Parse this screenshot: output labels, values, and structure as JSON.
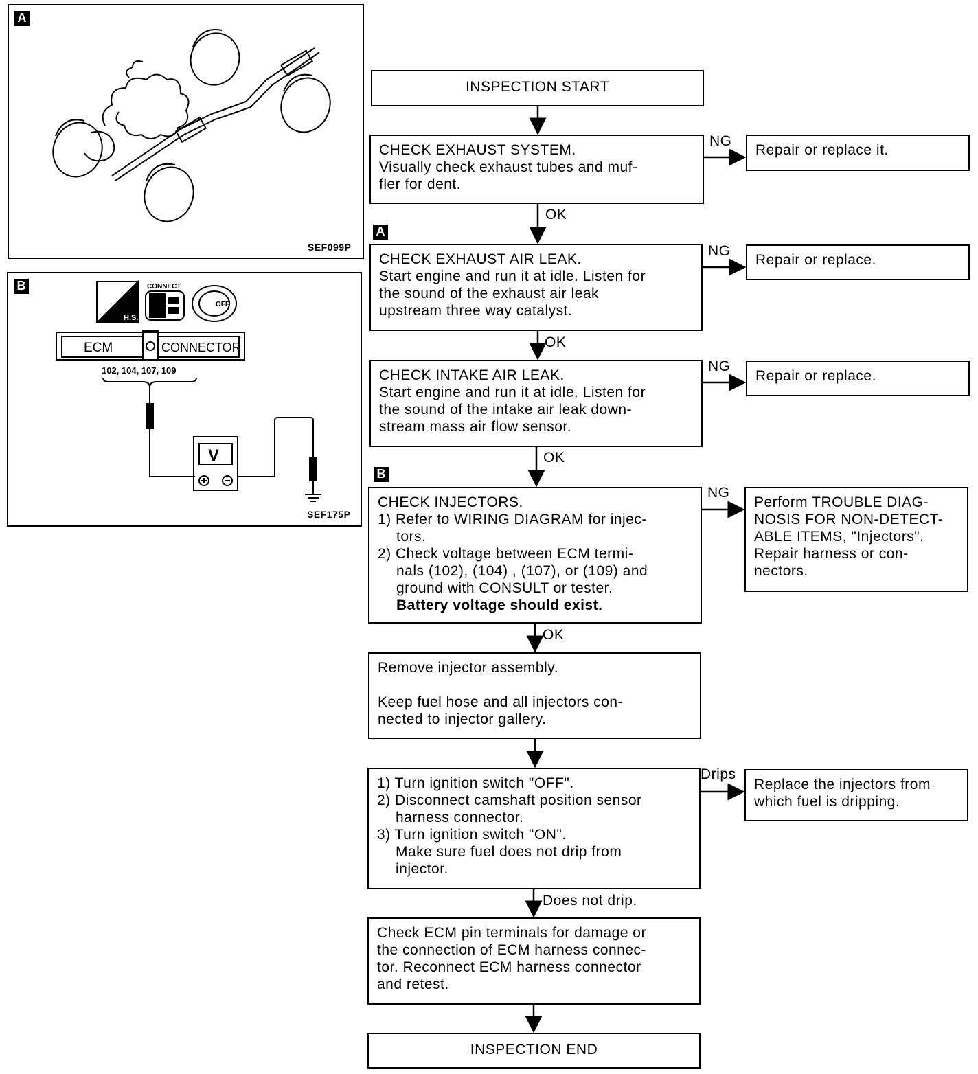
{
  "panel_a": {
    "tag": "A",
    "code": "SEF099P"
  },
  "panel_b": {
    "tag": "B",
    "code": "SEF175P",
    "connect_label": "CONNECT",
    "ecm_label": "ECM",
    "connector_label": "CONNECTOR",
    "terminals": "102, 104, 107, 109",
    "meter_label": "V",
    "hs_label": "H.S.",
    "off_label": "OFF"
  },
  "flow": {
    "start": "INSPECTION START",
    "step1": [
      "CHECK EXHAUST SYSTEM.",
      "Visually check exhaust tubes and muf-",
      "fler for dent."
    ],
    "step1_ng": "Repair or replace it.",
    "step2_tag": "A",
    "step2": [
      "CHECK EXHAUST AIR LEAK.",
      "Start engine and run it at idle. Listen for",
      "the sound of the exhaust air leak",
      "upstream three way catalyst."
    ],
    "step2_ng": "Repair or replace.",
    "step3": [
      "CHECK INTAKE AIR LEAK.",
      "Start engine and run it at idle. Listen for",
      "the sound of the intake air leak down-",
      "stream mass air flow sensor."
    ],
    "step3_ng": "Repair or replace.",
    "step4_tag": "B",
    "step4": {
      "title": "CHECK INJECTORS.",
      "i1a": "1) Refer to WIRING DIAGRAM for injec-",
      "i1b": "tors.",
      "i2a": "2) Check voltage between ECM termi-",
      "i2b": "nals (102), (104) , (107), or  (109) and",
      "i2c": "ground with CONSULT or tester.",
      "i2d": "Battery voltage should exist."
    },
    "step4_ng": [
      "Perform TROUBLE DIAG-",
      "NOSIS FOR NON-DETECT-",
      "ABLE ITEMS, \"Injectors\".",
      "Repair harness or con-",
      "nectors."
    ],
    "step5": {
      "l1": "Remove injector assembly.",
      "l2": "Keep fuel hose and all injectors con-",
      "l3": "nected to injector gallery."
    },
    "step6": {
      "a1": "1) Turn ignition switch \"OFF\".",
      "a2": "2) Disconnect camshaft position sensor",
      "a3": "harness connector.",
      "a4": "3) Turn ignition switch \"ON\".",
      "a5": "Make sure fuel does not drip from",
      "a6": "injector."
    },
    "step6_branch": [
      "Replace the injectors from",
      "which fuel is dripping."
    ],
    "step7": [
      "Check ECM pin terminals for damage or",
      "the connection of ECM harness connec-",
      "tor. Reconnect ECM harness connector",
      "and retest."
    ],
    "end": "INSPECTION END",
    "labels": {
      "ok": "OK",
      "ng": "NG",
      "drips": "Drips",
      "not_drip": "Does not drip."
    }
  }
}
